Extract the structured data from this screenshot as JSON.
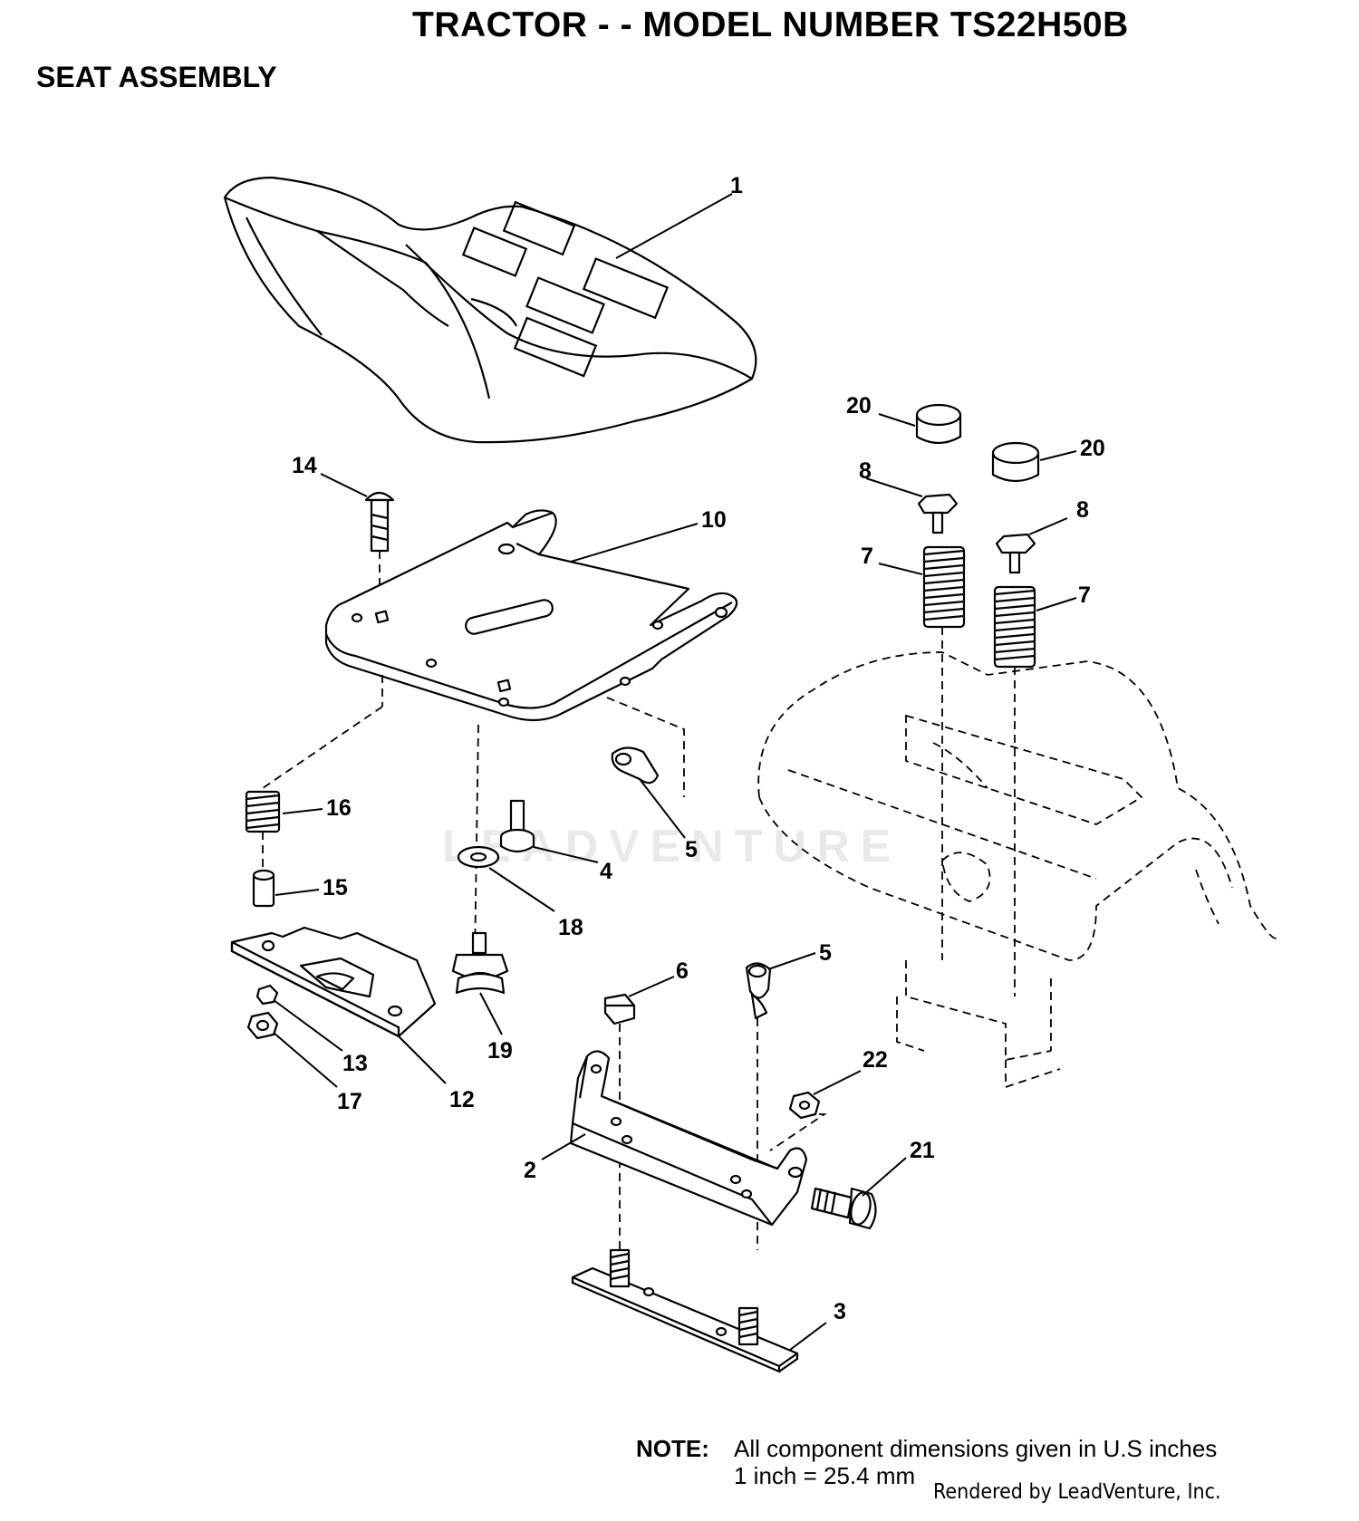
{
  "header": {
    "title": "TRACTOR - - MODEL NUMBER TS22H50B",
    "section": "SEAT ASSEMBLY"
  },
  "watermark": "LEADVENTURE",
  "callouts": [
    "1",
    "20",
    "20",
    "14",
    "8",
    "8",
    "10",
    "7",
    "7",
    "16",
    "4",
    "5",
    "15",
    "18",
    "6",
    "5",
    "13",
    "19",
    "22",
    "17",
    "12",
    "2",
    "21",
    "3"
  ],
  "note": {
    "label": "NOTE:",
    "line1": "All component dimensions given in U.S  inches",
    "line2": "1 inch = 25.4 mm"
  },
  "credit": "Rendered by LeadVenture, Inc."
}
